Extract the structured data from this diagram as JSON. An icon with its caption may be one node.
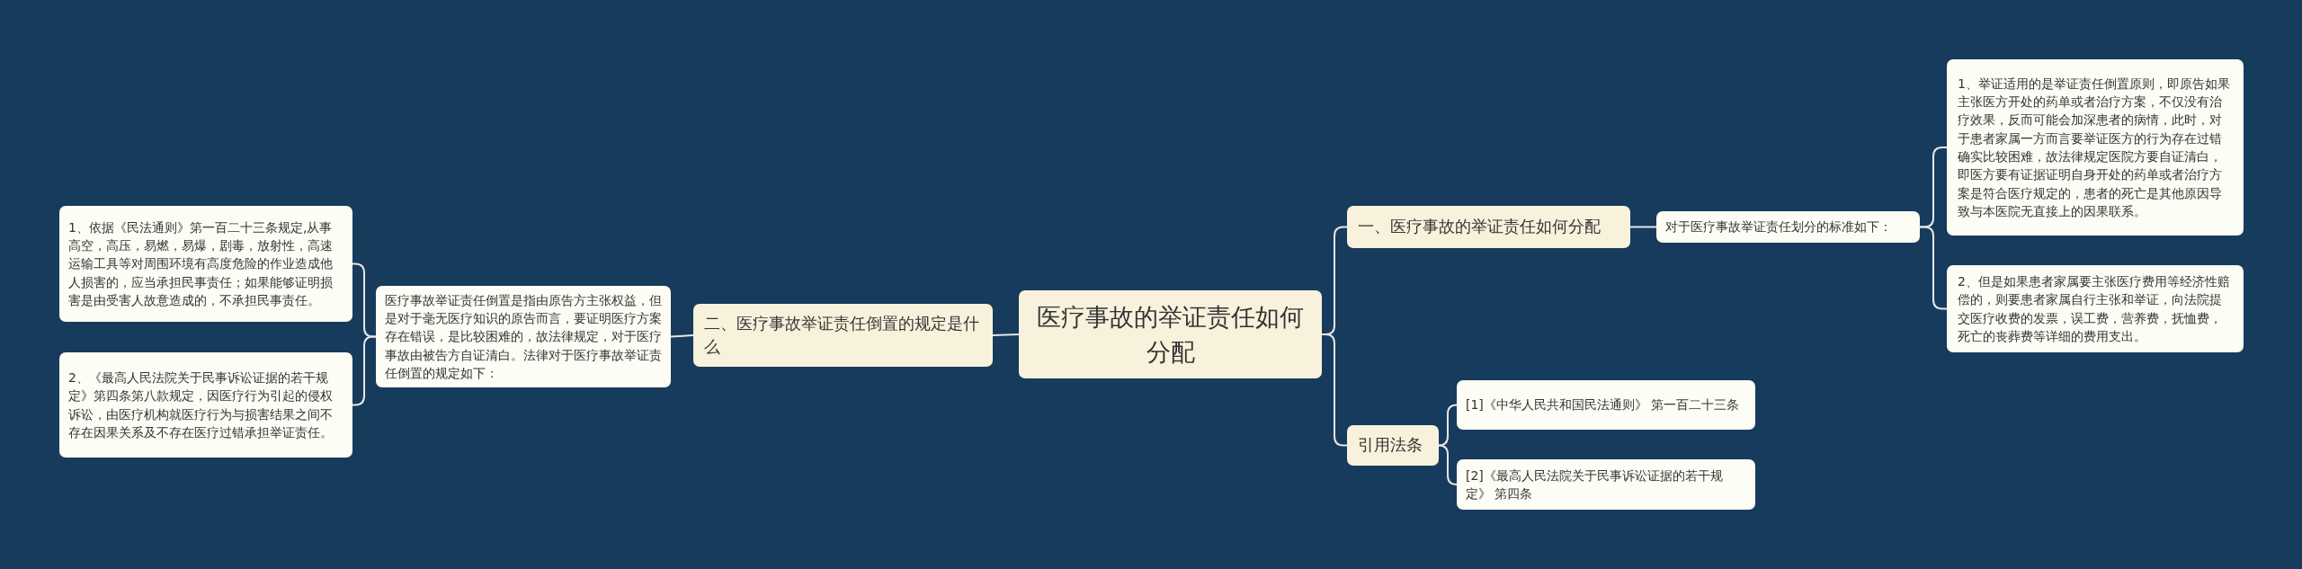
{
  "diagram": {
    "nodes": [
      {
        "text": [
          "医疗事故的举证责任如何分配"
        ]
      },
      {
        "text": [
          "二、医疗事故举证责任倒置的规定是什么"
        ]
      },
      {
        "text": [
          "医疗事故举证责任倒置是指由原告方主张权益，但是对于毫无医疗知识的原告而言，要证明医疗方案存在错误，是比较困难的，故法律规定，对于医疗事故由被告方自证清白。法律对于医疗事故举证责任倒置的规定如下："
        ]
      },
      {
        "text": [
          "1、依据《民法通则》第一百二十三条规定,从事高空，高压，易燃，易爆，剧毒，放射性，高速运输工具等对周围环境有高度危险的作业造成他人损害的，应当承担民事责任；如果能够证明损害是由受害人故意造成的，不承担民事责任。"
        ]
      },
      {
        "text": [
          "2、《最高人民法院关于民事诉讼证据的若干规定》第四条第八款规定，因医疗行为引起的侵权诉讼，由医疗机构就医疗行为与损害结果之间不存在因果关系及不存在医疗过错承担举证责任。"
        ]
      },
      {
        "text": [
          "一、医疗事故的举证责任如何分配"
        ]
      },
      {
        "text": [
          "对于医疗事故举证责任划分的标准如下："
        ]
      },
      {
        "text": [
          "1、举证适用的是举证责任倒置原则，即原告如果主张医方开处的药单或者治疗方案，不仅没有治疗效果，反而可能会加深患者的病情，此时，对于患者家属一方而言要举证医方的行为存在过错确实比较困难，故法律规定医院方要自证清白，即医方要有证据证明自身开处的药单或者治疗方案是符合医疗规定的，患者的死亡是其他原因导致与本医院无直接上的因果联系。"
        ]
      },
      {
        "text": [
          "2、但是如果患者家属要主张医疗费用等经济性赔偿的，则要患者家属自行主张和举证，向法院提交医疗收费的发票，误工费，营养费，抚恤费，死亡的丧葬费等详细的费用支出。"
        ]
      },
      {
        "text": [
          "引用法条"
        ]
      },
      {
        "text": [
          "[1]《中华人民共和国民法通则》 第一百二十三条"
        ]
      },
      {
        "text": [
          "[2]《最高人民法院关于民事诉讼证据的若干规定》 第四条"
        ]
      }
    ],
    "edges": [
      {
        "from": 0,
        "to": 1,
        "arrow": "none"
      },
      {
        "from": 1,
        "to": 2,
        "arrow": "none"
      },
      {
        "from": 2,
        "to": 3,
        "arrow": "none"
      },
      {
        "from": 2,
        "to": 4,
        "arrow": "none"
      },
      {
        "from": 0,
        "to": 5,
        "arrow": "none"
      },
      {
        "from": 5,
        "to": 6,
        "arrow": "none"
      },
      {
        "from": 6,
        "to": 7,
        "arrow": "none"
      },
      {
        "from": 6,
        "to": 8,
        "arrow": "none"
      },
      {
        "from": 0,
        "to": 9,
        "arrow": "none"
      },
      {
        "from": 9,
        "to": 10,
        "arrow": "none"
      },
      {
        "from": 9,
        "to": 11,
        "arrow": "none"
      }
    ]
  }
}
